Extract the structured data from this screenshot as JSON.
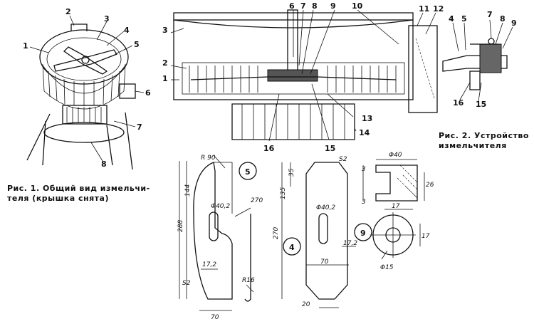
{
  "fig1": {
    "caption_line1": "Рис. 1. Общий вид измельчи-",
    "caption_line2": "теля (крышка снята)",
    "callouts": [
      "1",
      "2",
      "3",
      "4",
      "5",
      "6",
      "7",
      "8"
    ]
  },
  "fig2": {
    "caption_line1": "Рис. 2. Устройство",
    "caption_line2": "измельчителя",
    "callouts": [
      "1",
      "2",
      "3",
      "4",
      "5",
      "6",
      "7",
      "8",
      "9",
      "10",
      "11",
      "12",
      "13",
      "14",
      "15",
      "16"
    ]
  },
  "detail5": {
    "tag": "5",
    "dims": {
      "radius": "R 90",
      "h_half": "144",
      "h_total": "288",
      "hole": "Φ40,2",
      "slot": "17,2",
      "width": "70",
      "thickness": "270",
      "edge_radius": "R16",
      "bevel": "S2"
    }
  },
  "detail4": {
    "tag": "4",
    "dims": {
      "top": "35",
      "h_half": "135",
      "h_total": "270",
      "hole": "Φ40,2",
      "slot": "17,2",
      "width": "70",
      "tip": "20",
      "bevel": "S2"
    }
  },
  "detail9": {
    "tag": "9",
    "dims": {
      "outer": "Φ40",
      "step": "3",
      "height": "26",
      "bore": "17",
      "step2": "3",
      "hub": "17",
      "inner": "Φ15"
    }
  }
}
